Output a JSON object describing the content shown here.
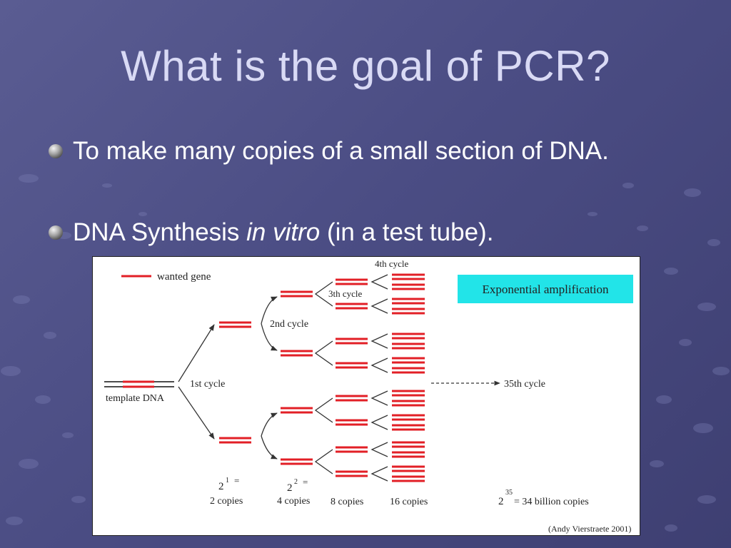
{
  "slide": {
    "title": "What is the goal of PCR?",
    "bullets": [
      {
        "text": "To make many copies of a small section of DNA."
      },
      {
        "pre": "DNA Synthesis ",
        "italic": "in vitro",
        "post": " (in a test tube)."
      }
    ]
  },
  "diagram": {
    "legend": "wanted gene",
    "template_label": "template DNA",
    "cycle_labels": [
      "1st cycle",
      "2nd cycle",
      "3th cycle",
      "4th cycle",
      "35th cycle"
    ],
    "badge": "Exponential amplification",
    "copies": [
      {
        "base": "2",
        "exp": "1",
        "eq": "=",
        "label": "2 copies"
      },
      {
        "base": "2",
        "exp": "2",
        "eq": "=",
        "label": "4 copies"
      },
      {
        "label": "8 copies"
      },
      {
        "label": "16 copies"
      },
      {
        "base": "2",
        "exp": "35",
        "eq": "= 34 billion copies"
      }
    ],
    "credit": "(Andy Vierstraete 2001)",
    "colors": {
      "gene": "#e21f26",
      "badge": "#22e4e8"
    }
  }
}
